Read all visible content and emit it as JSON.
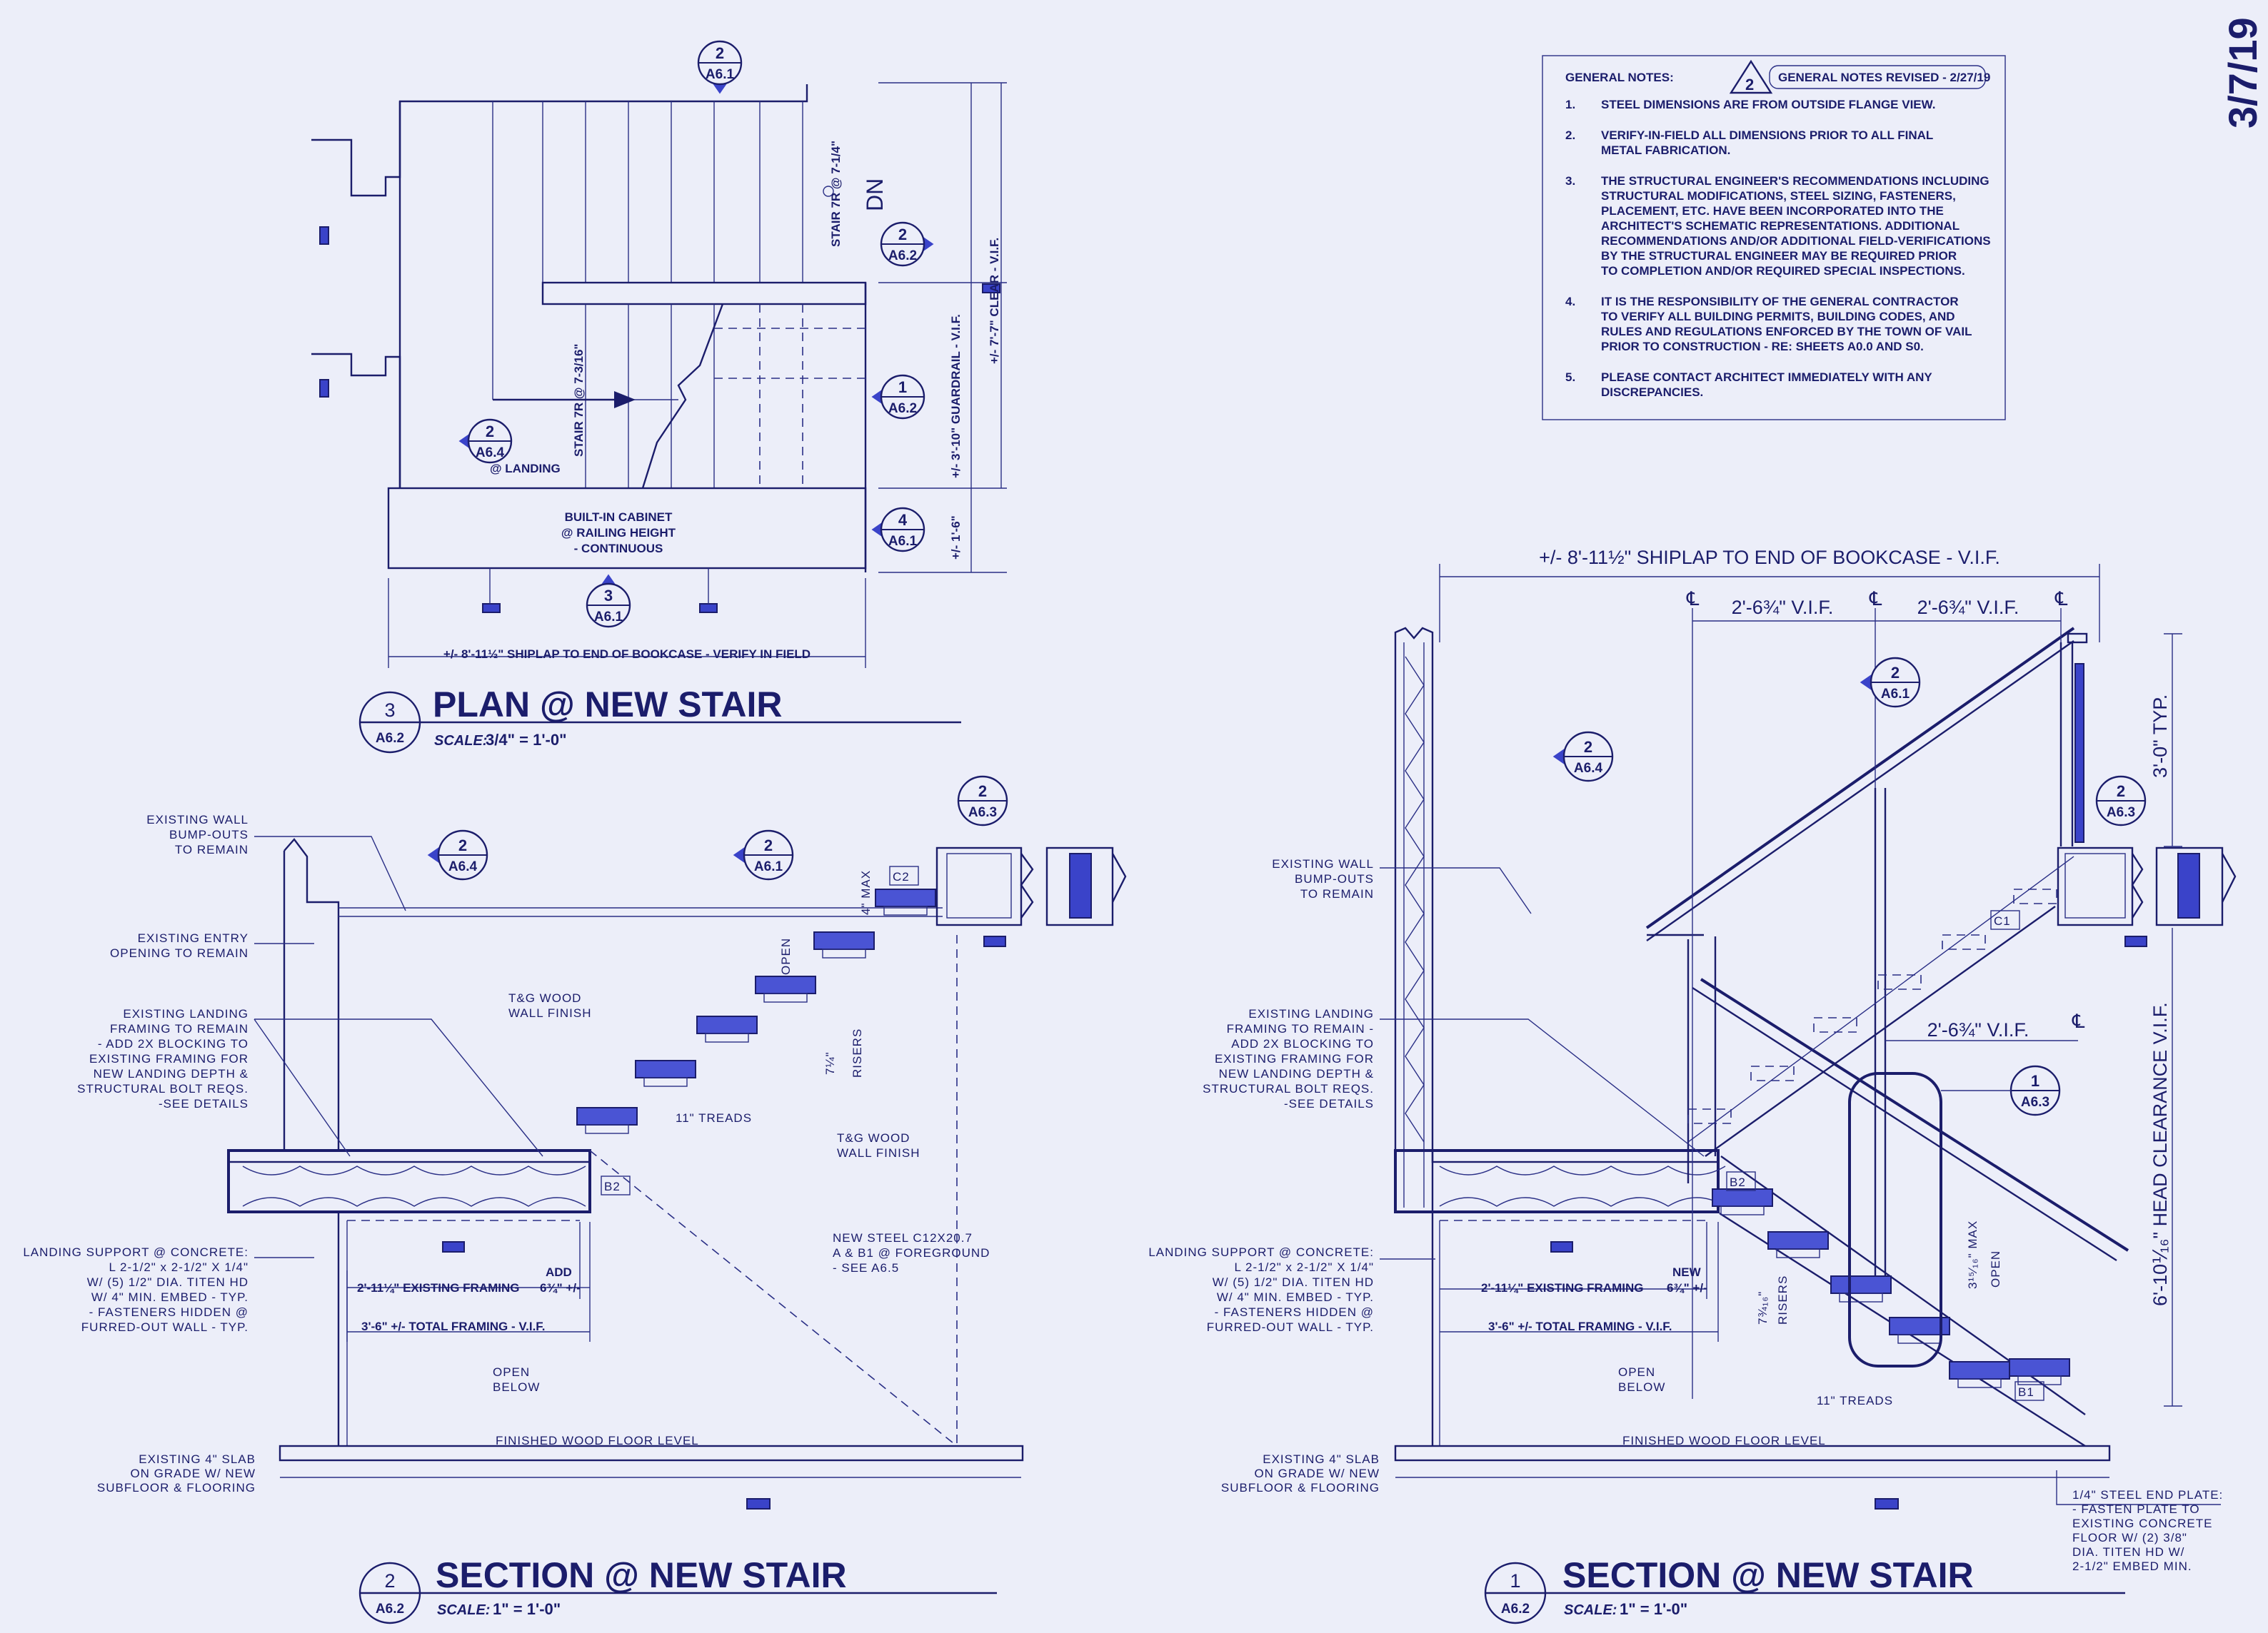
{
  "sheet": {
    "date_stamp": "3/7/19"
  },
  "general_notes": {
    "heading": "GENERAL NOTES:",
    "revision_number": "2",
    "revision_label": "GENERAL NOTES REVISED - 2/27/19",
    "items": [
      {
        "num": "1.",
        "lines": [
          "STEEL DIMENSIONS ARE FROM OUTSIDE FLANGE VIEW."
        ]
      },
      {
        "num": "2.",
        "lines": [
          "VERIFY-IN-FIELD ALL DIMENSIONS PRIOR TO ALL FINAL",
          "METAL FABRICATION."
        ]
      },
      {
        "num": "3.",
        "lines": [
          "THE STRUCTURAL ENGINEER'S RECOMMENDATIONS   INCLUDING",
          "STRUCTURAL MODIFICATIONS, STEEL SIZING, FASTENERS,",
          "PLACEMENT, ETC. HAVE BEEN INCORPORATED INTO THE",
          "ARCHITECT'S SCHEMATIC REPRESENTATIONS.  ADDITIONAL",
          "RECOMMENDATIONS AND/OR ADDITIONAL FIELD-VERIFICATIONS",
          "BY THE STRUCTURAL ENGINEER MAY BE REQUIRED PRIOR",
          "TO COMPLETION AND/OR REQUIRED SPECIAL INSPECTIONS."
        ]
      },
      {
        "num": "4.",
        "lines": [
          "IT IS THE RESPONSIBILITY OF THE GENERAL CONTRACTOR",
          "TO VERIFY ALL BUILDING PERMITS, BUILDING CODES, AND",
          "RULES AND REGULATIONS ENFORCED BY THE TOWN OF VAIL",
          "PRIOR TO CONSTRUCTION - RE: SHEETS A0.0 AND S0."
        ]
      },
      {
        "num": "5.",
        "lines": [
          "PLEASE CONTACT ARCHITECT IMMEDIATELY WITH ANY",
          "DISCREPANCIES."
        ]
      }
    ]
  },
  "plan": {
    "title": "PLAN @ NEW STAIR",
    "detail_num": "3",
    "detail_sheet": "A6.2",
    "scale_label": "SCALE:",
    "scale_value": "3/4\" = 1'-0\"",
    "stair_upper": "STAIR 7R @ 7-1/4\"",
    "stair_lower": "STAIR 7R @ 7-3/16\"",
    "dn": "DN",
    "cabinet": [
      "BUILT-IN CABINET",
      "@ RAILING HEIGHT",
      "- CONTINUOUS"
    ],
    "landing": "@ LANDING",
    "dim_bottom": "+/- 8'-11½\" SHIPLAP TO END OF BOOKCASE - VERIFY IN FIELD",
    "dim_clear": "+/- 7'-7\" CLEAR - V.I.F.",
    "dim_guardrail": "+/- 3'-10\" GUARDRAIL - V.I.F.",
    "dim_cabinet": "+/- 1'-6\"",
    "tags": [
      {
        "top": "2",
        "bottom": "A6.1"
      },
      {
        "top": "2",
        "bottom": "A6.2"
      },
      {
        "top": "1",
        "bottom": "A6.2"
      },
      {
        "top": "4",
        "bottom": "A6.1"
      },
      {
        "top": "3",
        "bottom": "A6.1"
      },
      {
        "top": "2",
        "bottom": "A6.4"
      }
    ]
  },
  "section2": {
    "title": "SECTION @ NEW STAIR",
    "detail_num": "2",
    "detail_sheet": "A6.2",
    "scale_label": "SCALE:",
    "scale_value": "1\" = 1'-0\"",
    "tags": [
      {
        "top": "2",
        "bottom": "A6.4"
      },
      {
        "top": "2",
        "bottom": "A6.1"
      },
      {
        "top": "2",
        "bottom": "A6.3"
      }
    ],
    "existing_wall": [
      "EXISTING WALL",
      "BUMP-OUTS",
      "TO REMAIN"
    ],
    "existing_entry": [
      "EXISTING ENTRY",
      "OPENING TO REMAIN"
    ],
    "existing_landing": [
      "EXISTING LANDING",
      "FRAMING TO REMAIN",
      "- ADD 2X BLOCKING TO",
      "EXISTING FRAMING FOR",
      "NEW LANDING DEPTH &",
      "STRUCTURAL BOLT REQS.",
      "-SEE DETAILS"
    ],
    "landing_support": [
      "LANDING SUPPORT @ CONCRETE:",
      "L 2-1/2\" x 2-1/2\" X 1/4\"",
      "W/ (5) 1/2\" DIA. TITEN HD",
      "W/ 4\" MIN. EMBED - TYP.",
      "- FASTENERS HIDDEN @",
      "FURRED-OUT WALL - TYP."
    ],
    "existing_slab": [
      "EXISTING 4\" SLAB",
      "ON GRADE W/ NEW",
      "SUBFLOOR & FLOORING"
    ],
    "tg_wood_1": [
      "T&G WOOD",
      "WALL FINISH"
    ],
    "tg_wood_2": [
      "T&G WOOD",
      "WALL FINISH"
    ],
    "four_max": "4\" MAX",
    "open": "OPEN",
    "risers_dim": "7¼\"",
    "risers": "RISERS",
    "treads": "11\" TREADS",
    "new_steel": [
      "NEW STEEL C12X20.7",
      "A & B1 @ FOREGROUND",
      "- SEE A6.5"
    ],
    "c2": "C2",
    "b2": "B2",
    "existing_framing": "2'-11¼\" EXISTING FRAMING",
    "add": "ADD",
    "add_dim": "6¾\" +/-",
    "total_framing": "3'-6\" +/-  TOTAL FRAMING - V.I.F.",
    "open_below": [
      "OPEN",
      "BELOW"
    ],
    "finished_floor": "FINISHED WOOD FLOOR LEVEL"
  },
  "section1": {
    "title": "SECTION @ NEW STAIR",
    "detail_num": "1",
    "detail_sheet": "A6.2",
    "scale_label": "SCALE:",
    "scale_value": "1\" = 1'-0\"",
    "dim_top": "+/- 8'-11½\" SHIPLAP TO END OF BOOKCASE - V.I.F.",
    "dim_left": "2'-6¾\" V.I.F.",
    "dim_right": "2'-6¾\" V.I.F.",
    "dim_mid": "2'-6¾\" V.I.F.",
    "cl": "℄",
    "typ": "3'-0\" TYP.",
    "head_clearance": "6'-10⅟₁₆\" HEAD CLEARANCE V.I.F.",
    "tags": [
      {
        "top": "2",
        "bottom": "A6.1"
      },
      {
        "top": "2",
        "bottom": "A6.4"
      },
      {
        "top": "2",
        "bottom": "A6.3"
      },
      {
        "top": "1",
        "bottom": "A6.3"
      }
    ],
    "existing_wall": [
      "EXISTING WALL",
      "BUMP-OUTS",
      "TO REMAIN"
    ],
    "existing_landing": [
      "EXISTING LANDING",
      "FRAMING TO REMAIN -",
      "ADD 2X BLOCKING TO",
      "EXISTING FRAMING FOR",
      "NEW LANDING DEPTH &",
      "STRUCTURAL BOLT REQS.",
      "-SEE DETAILS"
    ],
    "landing_support": [
      "LANDING SUPPORT @ CONCRETE:",
      "L 2-1/2\" x 2-1/2\" X 1/4\"",
      "W/ (5) 1/2\" DIA. TITEN HD",
      "W/ 4\" MIN. EMBED - TYP.",
      "- FASTENERS HIDDEN @",
      "FURRED-OUT WALL - TYP."
    ],
    "existing_slab": [
      "EXISTING 4\" SLAB",
      "ON GRADE W/ NEW",
      "SUBFLOOR & FLOORING"
    ],
    "c1": "C1",
    "b2": "B2",
    "b1": "B1",
    "existing_framing": "2'-11¼\" EXISTING FRAMING",
    "new": "NEW",
    "new_dim": "6¾\" +/-",
    "total_framing": "3'-6\" +/-  TOTAL FRAMING - V.I.F.",
    "open_below": [
      "OPEN",
      "BELOW"
    ],
    "finished_floor": "FINISHED WOOD FLOOR LEVEL",
    "risers_dim": "7¾₁₆\"",
    "risers": "RISERS",
    "treads": "11\" TREADS",
    "max_open_dim": "3¹⁵⁄₁₆\" MAX",
    "open": "OPEN",
    "end_plate": [
      "1/4\" STEEL END PLATE:",
      "- FASTEN PLATE TO",
      "EXISTING CONCRETE",
      "FLOOR W/ (2) 3/8\"",
      "DIA. TITEN HD W/",
      "2-1/2\" EMBED MIN."
    ]
  }
}
